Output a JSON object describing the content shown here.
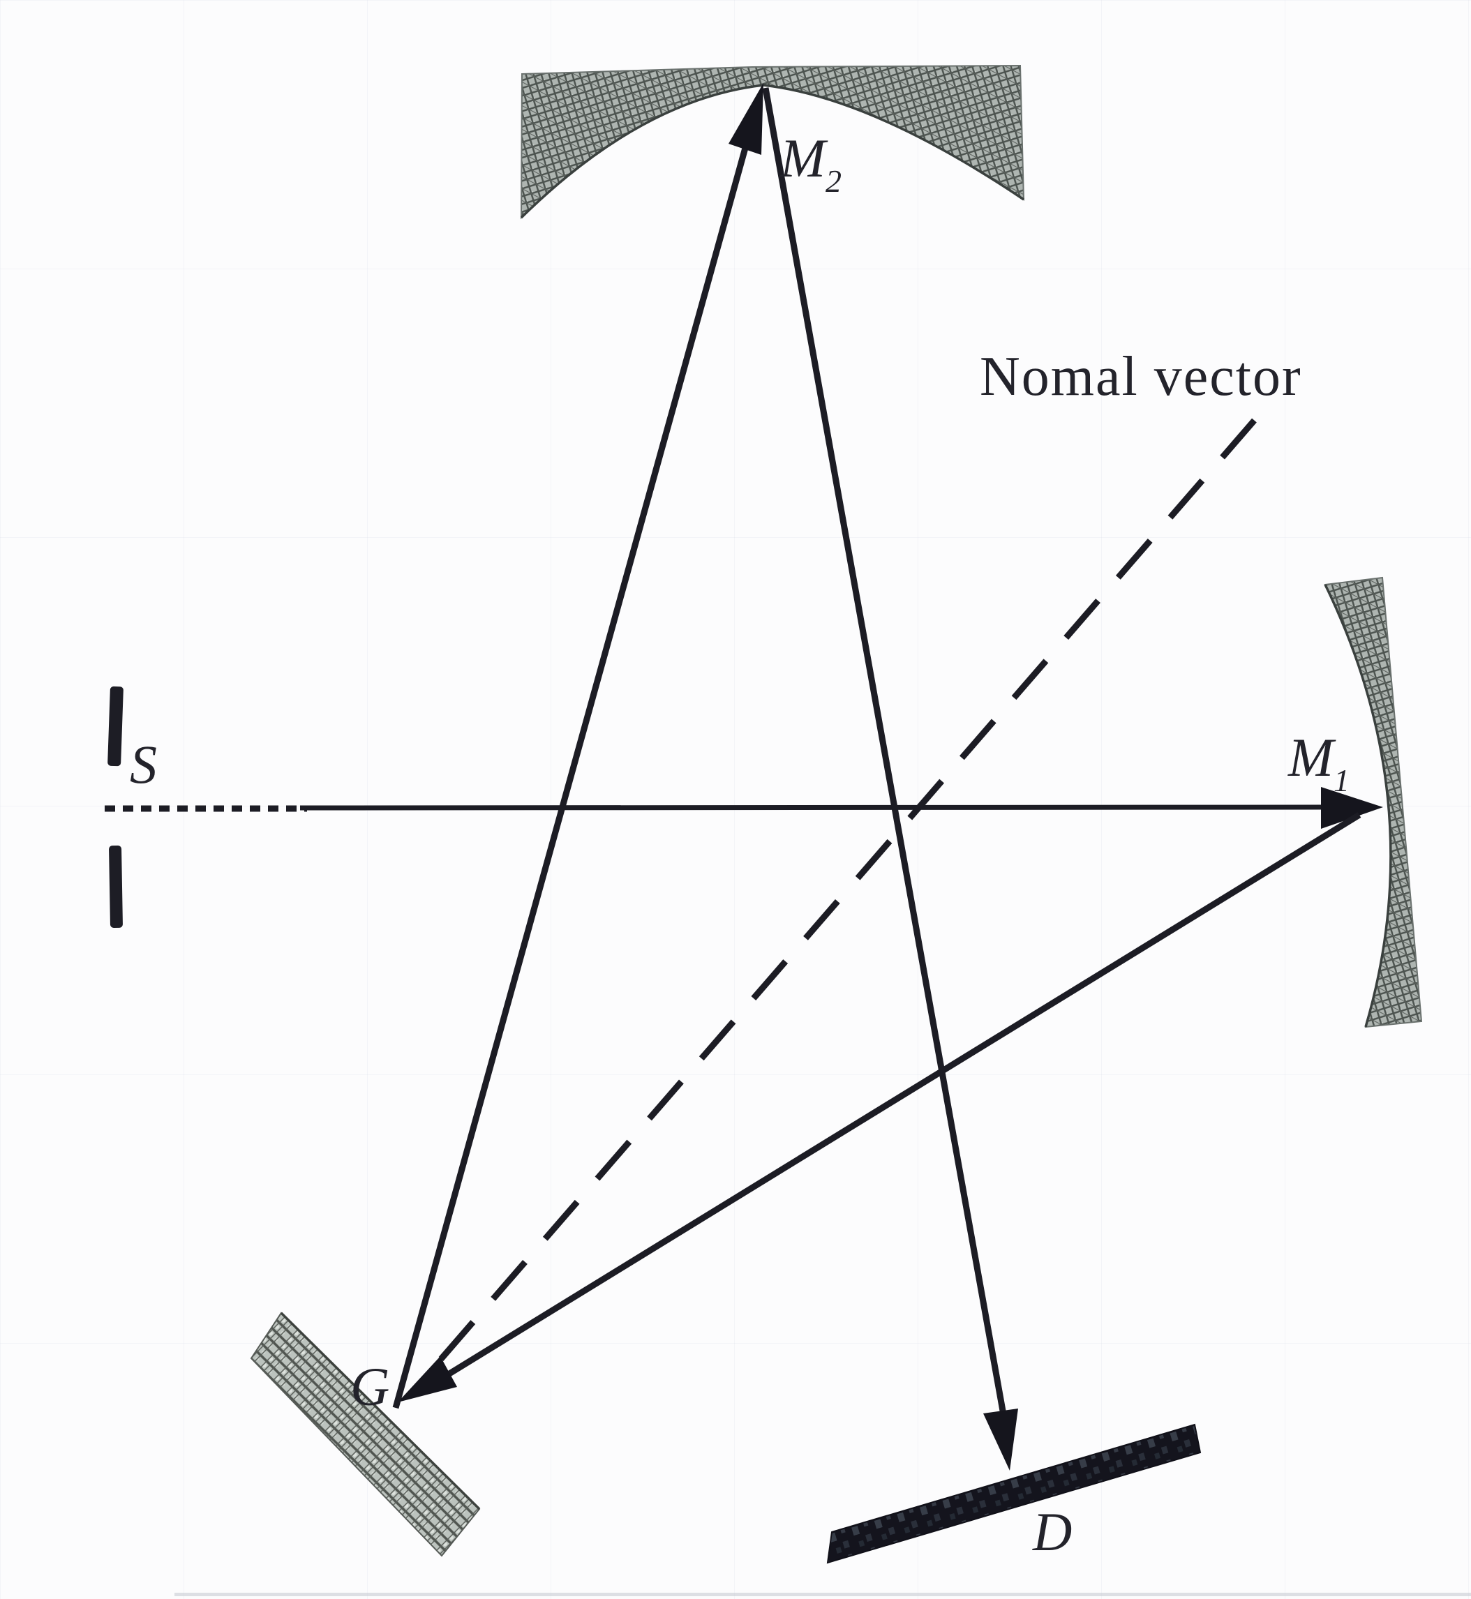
{
  "figure": {
    "description_colors": {
      "background": "#fcfcfd",
      "ink": "#1c1c24",
      "mirror_fill": "#aeb5b1",
      "mirror_hatch": "#4c534f",
      "grating_fill": "#bcc3be",
      "grating_hatch": "#4f544f",
      "detector_fill": "#14141d",
      "faint_grid": "#eef0f4",
      "bottom_rule": "#c3c7d0"
    }
  },
  "labels": {
    "slit": "S",
    "mirror_top": {
      "base": "M",
      "sub": "2"
    },
    "mirror_right": {
      "base": "M",
      "sub": "1"
    },
    "grating": "G",
    "detector": "D",
    "normal_vector": "Nomal vector"
  }
}
